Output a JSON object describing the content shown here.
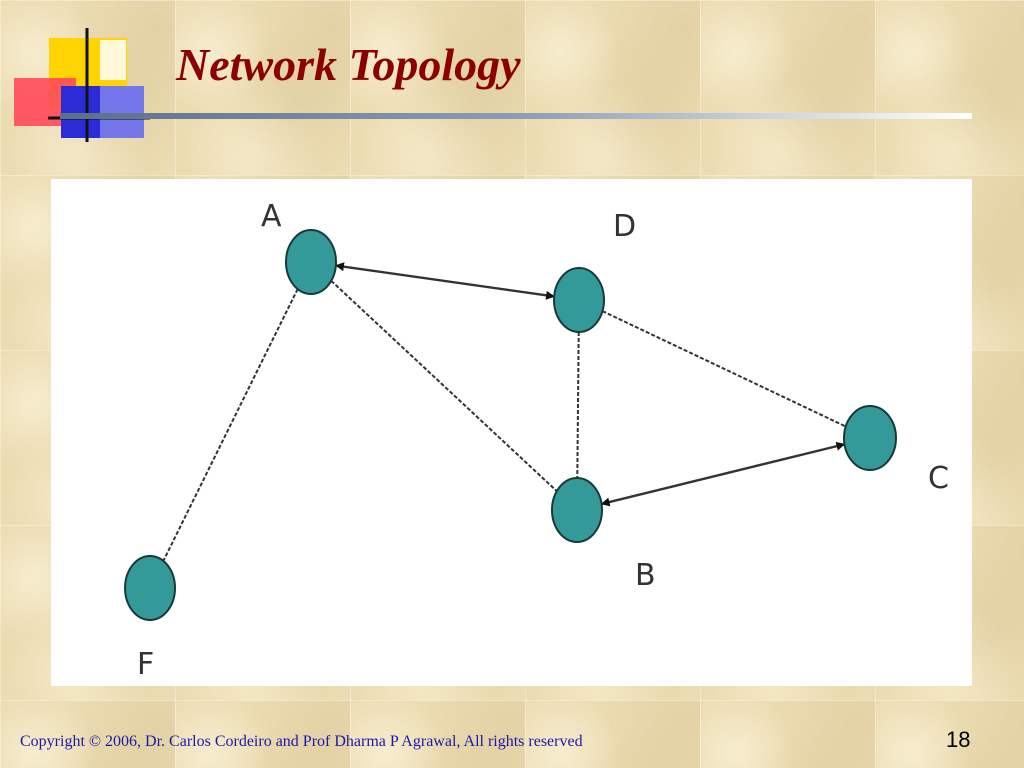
{
  "slide": {
    "title": "Network Topology",
    "footer": "Copyright © 2006, Dr. Carlos Cordeiro and Prof  Dharma P  Agrawal,  All rights reserved",
    "page_number": "18"
  },
  "colors": {
    "title": "#8b0000",
    "footer": "#1a1aa8",
    "node_fill": "#339999",
    "node_stroke": "#1a3a3a",
    "edge": "#333333",
    "logo_yellow": "#ffd400",
    "logo_red": "#ff4a5a",
    "logo_blue": "#2b2bd8"
  },
  "diagram": {
    "nodes": [
      {
        "id": "A",
        "label": "A"
      },
      {
        "id": "D",
        "label": "D"
      },
      {
        "id": "C",
        "label": "C"
      },
      {
        "id": "B",
        "label": "B"
      },
      {
        "id": "F",
        "label": "F"
      }
    ],
    "edges": [
      {
        "from": "A",
        "to": "D",
        "style": "solid",
        "arrows": "both"
      },
      {
        "from": "A",
        "to": "B",
        "style": "dashed",
        "arrows": "none"
      },
      {
        "from": "A",
        "to": "F",
        "style": "dashed",
        "arrows": "none"
      },
      {
        "from": "D",
        "to": "B",
        "style": "dashed",
        "arrows": "none"
      },
      {
        "from": "D",
        "to": "C",
        "style": "dashed",
        "arrows": "none"
      },
      {
        "from": "B",
        "to": "C",
        "style": "solid",
        "arrows": "both"
      }
    ]
  }
}
